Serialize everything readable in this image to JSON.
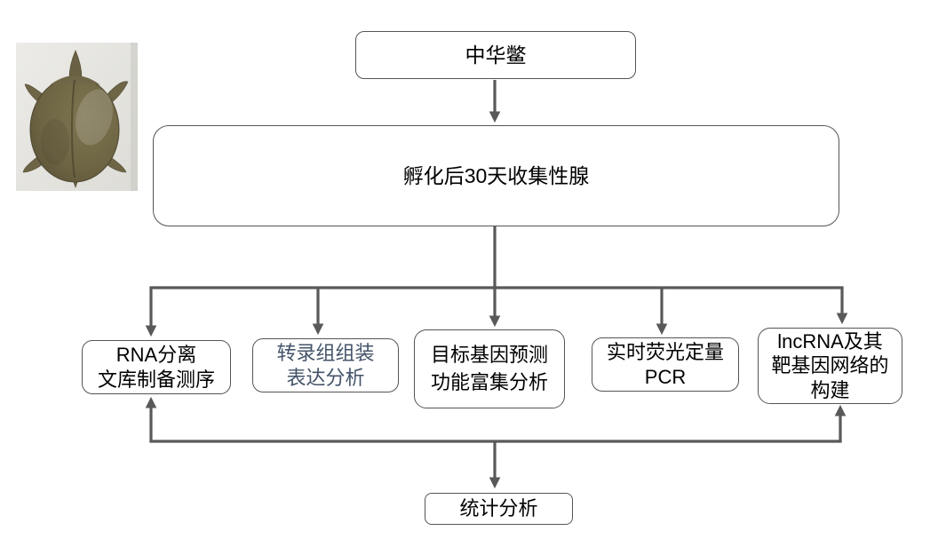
{
  "flowchart": {
    "nodes": {
      "species": {
        "label": "中华鳖"
      },
      "collect": {
        "label": "孵化后30天收集性腺"
      },
      "step1": {
        "lines": [
          "RNA分离",
          "文库制备测序"
        ]
      },
      "step2": {
        "lines": [
          "转录组组装",
          "表达分析"
        ]
      },
      "step3": {
        "lines": [
          "目标基因预测",
          "功能富集分析"
        ]
      },
      "step4": {
        "lines": [
          "实时荧光定量",
          "PCR"
        ]
      },
      "step5": {
        "lines": [
          "lncRNA及其",
          "靶基因网络的",
          "构建"
        ]
      },
      "stats": {
        "label": "统计分析"
      }
    },
    "edges": [
      {
        "from": "species",
        "to": "collect",
        "direction": "down"
      },
      {
        "from": "collect",
        "to": "step1",
        "direction": "down"
      },
      {
        "from": "collect",
        "to": "step2",
        "direction": "down"
      },
      {
        "from": "collect",
        "to": "step3",
        "direction": "down"
      },
      {
        "from": "collect",
        "to": "step4",
        "direction": "down"
      },
      {
        "from": "collect",
        "to": "step5",
        "direction": "down"
      },
      {
        "from": "bottom-rail",
        "to": "step1",
        "direction": "up"
      },
      {
        "from": "bottom-rail",
        "to": "step5",
        "direction": "up"
      },
      {
        "from": "bottom-rail",
        "to": "stats",
        "direction": "down"
      }
    ],
    "colors": {
      "arrow": "#595959",
      "box_border": "#555555",
      "text": "#000000",
      "step2_text": "#44546A",
      "background": "#ffffff"
    },
    "photo": {
      "name": "chinese-softshell-turtle-photo"
    }
  }
}
